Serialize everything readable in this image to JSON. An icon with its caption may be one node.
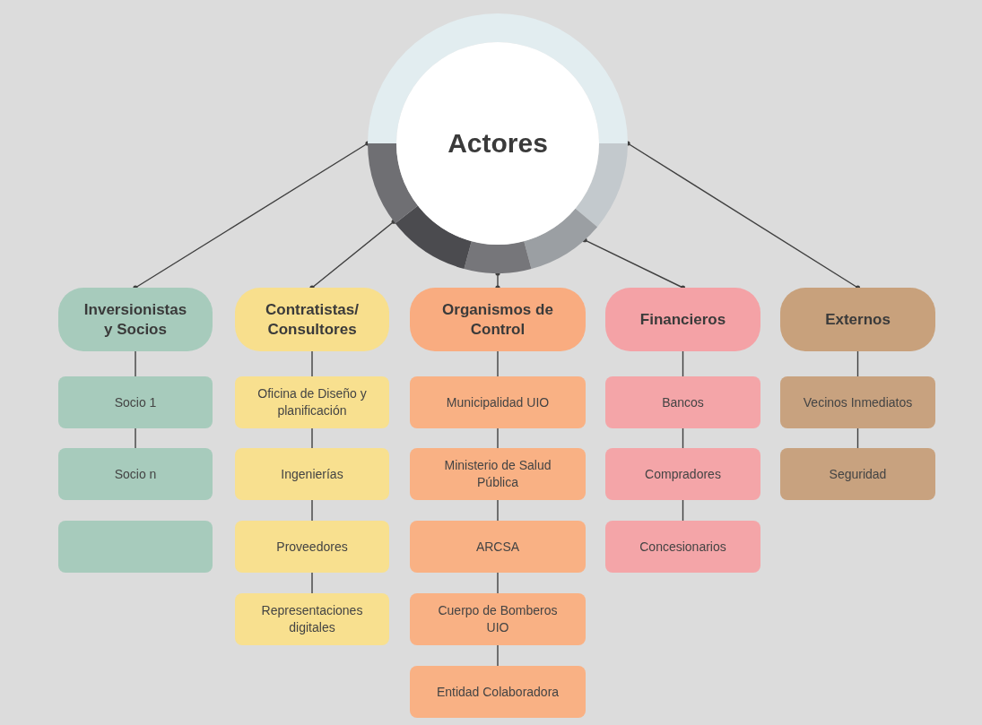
{
  "diagram": {
    "nodes": [
      {
        "text": [
          "Actores"
        ]
      },
      {
        "text": [
          "Inversionistas y Socios"
        ]
      },
      {
        "text": [
          "Socio 1"
        ]
      },
      {
        "text": [
          "Socio n"
        ]
      },
      {
        "text": [],
        "shape": "box"
      },
      {
        "text": [
          "Contratistas/ Consultores"
        ]
      },
      {
        "text": [
          "Oficina de Diseño y planificación"
        ]
      },
      {
        "text": [
          "Ingenierías"
        ]
      },
      {
        "text": [
          "Proveedores"
        ]
      },
      {
        "text": [
          "Representaciones digitales"
        ]
      },
      {
        "text": [
          "Organismos de Control"
        ]
      },
      {
        "text": [
          "Municipalidad UIO"
        ]
      },
      {
        "text": [
          "Ministerio de Salud Pública"
        ]
      },
      {
        "text": [
          "ARCSA"
        ]
      },
      {
        "text": [
          "Cuerpo de Bomberos UIO"
        ]
      },
      {
        "text": [
          "Entidad Colaboradora"
        ]
      },
      {
        "text": [
          "Financieros"
        ]
      },
      {
        "text": [
          "Bancos"
        ]
      },
      {
        "text": [
          "Compradores"
        ]
      },
      {
        "text": [
          "Concesionarios"
        ]
      },
      {
        "text": [
          "Externos"
        ]
      },
      {
        "text": [
          "Vecinos Inmediatos"
        ]
      },
      {
        "text": [
          "Seguridad"
        ]
      }
    ],
    "edges": [
      {
        "from": 0,
        "to": 1,
        "arrow": "other"
      },
      {
        "from": 0,
        "to": 5,
        "arrow": "other"
      },
      {
        "from": 0,
        "to": 10,
        "arrow": "other"
      },
      {
        "from": 0,
        "to": 16,
        "arrow": "other"
      },
      {
        "from": 0,
        "to": 20,
        "arrow": "other"
      },
      {
        "from": 1,
        "to": 2,
        "arrow": "none"
      },
      {
        "from": 2,
        "to": 3,
        "arrow": "none"
      },
      {
        "from": 5,
        "to": 6,
        "arrow": "none"
      },
      {
        "from": 6,
        "to": 7,
        "arrow": "none"
      },
      {
        "from": 7,
        "to": 8,
        "arrow": "none"
      },
      {
        "from": 8,
        "to": 9,
        "arrow": "none"
      },
      {
        "from": 10,
        "to": 11,
        "arrow": "none"
      },
      {
        "from": 11,
        "to": 12,
        "arrow": "none"
      },
      {
        "from": 12,
        "to": 13,
        "arrow": "none"
      },
      {
        "from": 13,
        "to": 14,
        "arrow": "none"
      },
      {
        "from": 14,
        "to": 15,
        "arrow": "none"
      },
      {
        "from": 16,
        "to": 17,
        "arrow": "none"
      },
      {
        "from": 17,
        "to": 18,
        "arrow": "none"
      },
      {
        "from": 18,
        "to": 19,
        "arrow": "none"
      },
      {
        "from": 20,
        "to": 21,
        "arrow": "none"
      },
      {
        "from": 21,
        "to": 22,
        "arrow": "none"
      }
    ]
  }
}
